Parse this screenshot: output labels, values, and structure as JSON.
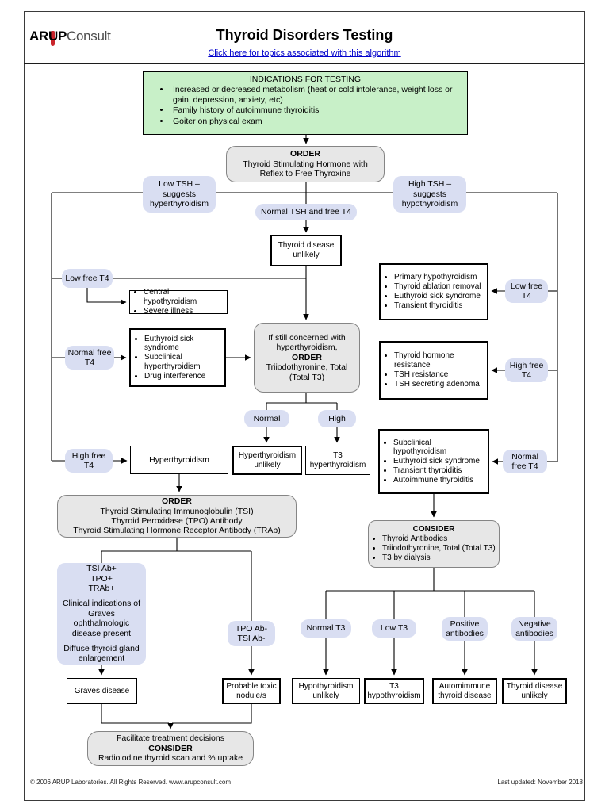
{
  "header": {
    "logo_prefix": "AR",
    "logo_u": "U",
    "logo_suffix": "P",
    "logo_consult": "Consult",
    "title": "Thyroid Disorders Testing",
    "link": "Click here for topics associated with this algorithm"
  },
  "indications": {
    "title": "INDICATIONS FOR TESTING",
    "items": [
      "Increased or decreased metabolism (heat or cold intolerance, weight loss or gain, depression, anxiety, etc)",
      "Family history of autoimmune thyroiditis",
      "Goiter on physical exam"
    ]
  },
  "nodes": {
    "order_tsh": {
      "title": "ORDER",
      "body": "Thyroid Stimulating Hormone with Reflex to Free Thyroxine"
    },
    "low_tsh": "Low TSH – suggests hyperthyroidism",
    "high_tsh": "High TSH – suggests hypothyroidism",
    "normal_tsh_ft4": "Normal TSH and free T4",
    "thyroid_disease_unlikely": "Thyroid disease unlikely",
    "low_ft4_left": "Low free T4",
    "central_hypothyroidism": {
      "items": [
        "Central hypothyroidism",
        "Severe illness"
      ]
    },
    "high_tsh_low_ft4": {
      "items": [
        "Primary hypothyroidism",
        "Thyroid ablation removal",
        "Euthyroid sick syndrome",
        "Transient thyroiditis"
      ]
    },
    "low_ft4_right": "Low free T4",
    "normal_ft4_left": "Normal free T4",
    "low_tsh_normal_ft4": {
      "items": [
        "Euthyroid sick syndrome",
        "Subclinical hyperthyroidism",
        "Drug interference"
      ]
    },
    "order_t3": {
      "pre": "If still concerned with hyperthyroidism,",
      "title": "ORDER",
      "post": "Triiodothyronine, Total (Total T3)"
    },
    "high_tsh_high_ft4": {
      "items": [
        "Thyroid hormone resistance",
        "TSH resistance",
        "TSH secreting adenoma"
      ]
    },
    "high_ft4_right": "High free T4",
    "t3_normal_result": "Normal",
    "t3_high_result": "High",
    "hyperthyroidism_unlikely": "Hyperthyroidism unlikely",
    "t3_hyperthyroidism": "T3 hyperthyroidism",
    "high_ft4_left": "High free T4",
    "hyperthyroidism": "Hyperthyroidism",
    "high_tsh_normal_ft4": {
      "items": [
        "Subclinical hypothyroidism",
        "Euthyroid sick syndrome",
        "Transient thyroiditis",
        "Autoimmune thyroiditis"
      ]
    },
    "normal_ft4_right": "Normal free T4",
    "order_antibodies": {
      "title": "ORDER",
      "lines": [
        "Thyroid Stimulating Immunoglobulin (TSI)",
        "Thyroid Peroxidase (TPO) Antibody",
        "Thyroid Stimulating Hormone Receptor Antibody (TRAb)"
      ]
    },
    "consider_tests": {
      "title": "CONSIDER",
      "items": [
        "Thyroid Antibodies",
        "Triiodothyronine, Total (Total T3)",
        "T3 by dialysis"
      ]
    },
    "tsi_positive_panel": {
      "lines": [
        "TSI Ab+",
        "TPO+",
        "TRAb+"
      ],
      "para1": "Clinical indications of Graves ophthalmologic disease present",
      "para2": "Diffuse thyroid gland enlargement"
    },
    "tpo_negative": "TPO Ab- TSI Ab-",
    "normal_t3": "Normal T3",
    "low_t3": "Low T3",
    "positive_antibodies": "Positive antibodies",
    "negative_antibodies": "Negative antibodies",
    "graves_disease": "Graves disease",
    "probable_toxic_nodule": "Probable toxic nodule/s",
    "hypothyroidism_unlikely": "Hypothyroidism unlikely",
    "t3_hypothyroidism": "T3 hypothyroidism",
    "autoimmune_thyroid_disease": "Automimmune thyroid disease",
    "thyroid_disease_unlikely_2": "Thyroid disease unlikely",
    "consider_final": {
      "pre": "Facilitate treatment decisions",
      "title": "CONSIDER",
      "post": "Radioiodine thyroid scan and % uptake"
    }
  },
  "footer": {
    "copyright": "© 2006 ARUP Laboratories. All Rights Reserved.  www.arupconsult.com",
    "updated": "Last updated: November 2018"
  },
  "colors": {
    "indications_bg": "#c8f0c8",
    "pill_bg": "#d9def2",
    "process_bg": "#e7e7e7",
    "link": "#0000cc",
    "logo_red": "#c9252c"
  }
}
